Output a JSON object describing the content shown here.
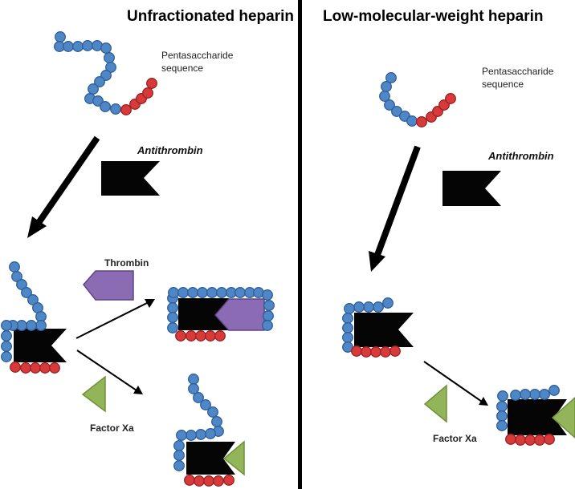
{
  "left_panel": {
    "title": "Unfractionated heparin",
    "pentasaccharide_line1": "Pentasaccharide",
    "pentasaccharide_line2": "sequence",
    "antithrombin": "Antithrombin",
    "thrombin": "Thrombin",
    "factor_xa": "Factor Xa"
  },
  "right_panel": {
    "title": "Low-molecular-weight heparin",
    "pentasaccharide_line1": "Pentasaccharide",
    "pentasaccharide_line2": "sequence",
    "antithrombin": "Antithrombin",
    "factor_xa": "Factor Xa"
  },
  "colors": {
    "saccharide_blue": "#4f86c6",
    "saccharide_blue_stroke": "#2d5f9a",
    "pentasaccharide_red": "#d63a3a",
    "pentasaccharide_red_stroke": "#9e2020",
    "antithrombin": "#050505",
    "thrombin": "#8b6bb4",
    "thrombin_stroke": "#5f4488",
    "factor_xa": "#93b55a",
    "factor_xa_stroke": "#6f8f3a",
    "divider": "#000000"
  }
}
